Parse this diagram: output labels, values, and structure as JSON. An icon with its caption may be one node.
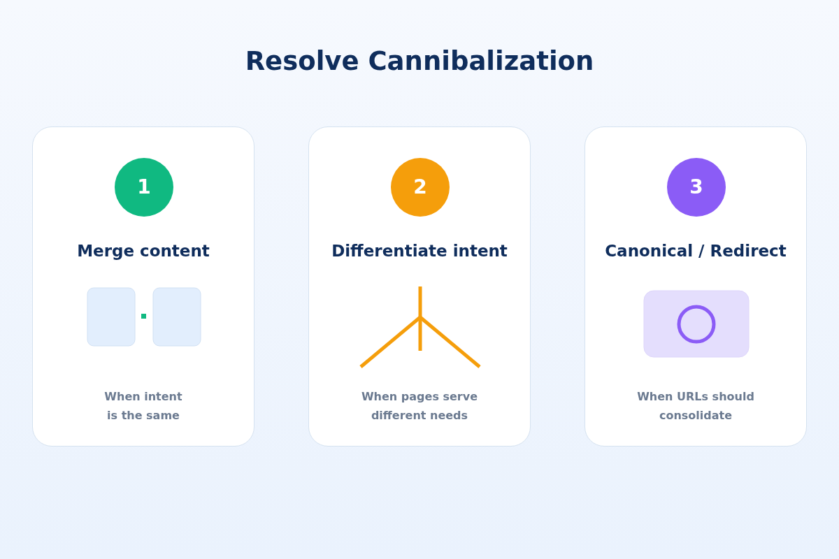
{
  "diagram": {
    "title": "Resolve Cannibalization",
    "nodes": [
      {
        "text": [
          "Merge content",
          "When intent is the same"
        ]
      },
      {
        "text": [
          "1"
        ],
        "in": 0
      },
      {
        "text": [
          "Differentiate intent",
          "When pages serve different needs"
        ]
      },
      {
        "text": [
          "2"
        ],
        "in": 2
      },
      {
        "text": [
          "Canonical / Redirect",
          "When URLs should consolidate"
        ]
      },
      {
        "text": [
          "3"
        ],
        "in": 4
      }
    ]
  }
}
